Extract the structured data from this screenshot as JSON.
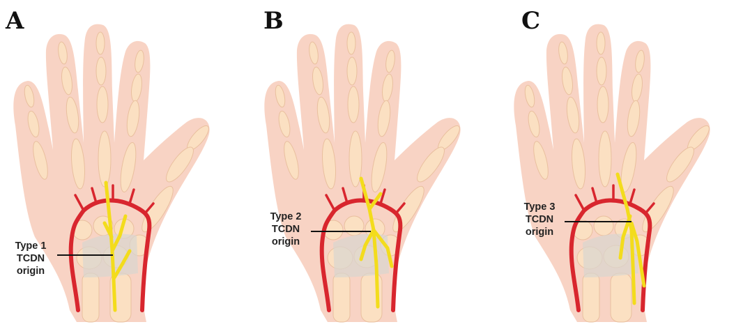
{
  "panels": [
    {
      "letter": "A",
      "label": {
        "line1": "Type 1",
        "line2": "TCDN",
        "line3": "origin"
      }
    },
    {
      "letter": "B",
      "label": {
        "line1": "Type 2",
        "line2": "TCDN",
        "line3": "origin"
      }
    },
    {
      "letter": "C",
      "label": {
        "line1": "Type 3",
        "line2": "TCDN",
        "line3": "origin"
      }
    }
  ],
  "colors": {
    "skin": "#f6c6b3",
    "bone": "#fbe0c2",
    "artery": "#d8262e",
    "nerve": "#f3dc1c",
    "ligament": "#d8d6d0"
  }
}
